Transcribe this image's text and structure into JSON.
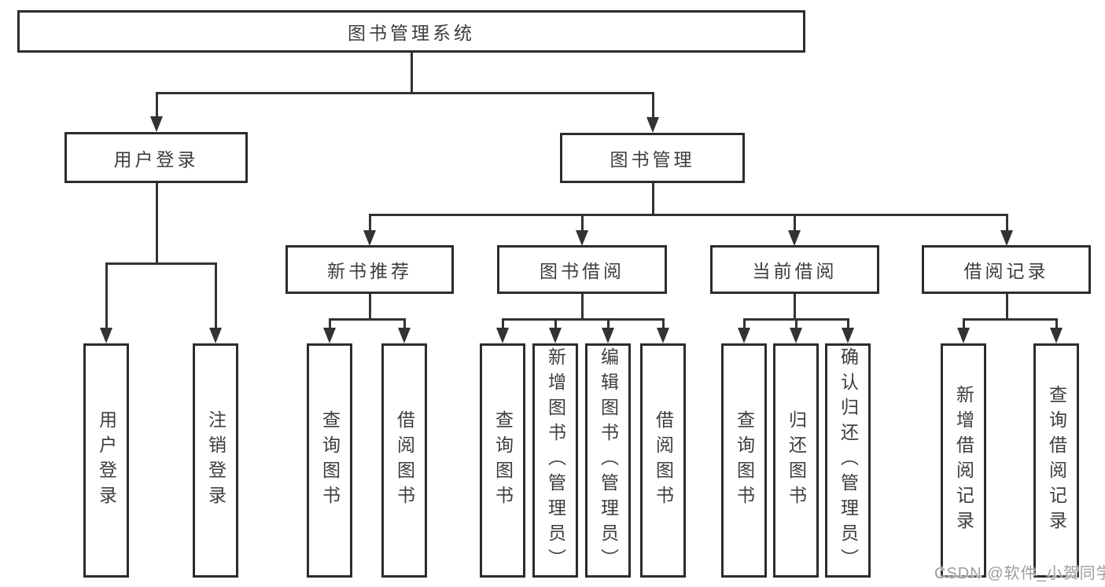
{
  "tree": {
    "root": {
      "label": "图书管理系统"
    },
    "branches": [
      {
        "label": "用户登录",
        "children": [
          {
            "label": "用户登录"
          },
          {
            "label": "注销登录"
          }
        ]
      },
      {
        "label": "图书管理",
        "children": [
          {
            "label": "新书推荐",
            "children": [
              {
                "label": "查询图书"
              },
              {
                "label": "借阅图书"
              }
            ]
          },
          {
            "label": "图书借阅",
            "children": [
              {
                "label": "查询图书"
              },
              {
                "label": "新增图书（管理员）"
              },
              {
                "label": "编辑图书（管理员）"
              },
              {
                "label": "借阅图书"
              }
            ]
          },
          {
            "label": "当前借阅",
            "children": [
              {
                "label": "查询图书"
              },
              {
                "label": "归还图书"
              },
              {
                "label": "确认归还（管理员）"
              }
            ]
          },
          {
            "label": "借阅记录",
            "children": [
              {
                "label": "新增借阅记录"
              },
              {
                "label": "查询借阅记录"
              }
            ]
          }
        ]
      }
    ]
  },
  "watermark": {
    "text": "CSDN @软件_小贺同学"
  },
  "colors": {
    "line": "#333333",
    "box_border": "#2c2c2c",
    "text": "#3d3d3f",
    "watermark": "#9d9d9d",
    "background": "#ffffff"
  }
}
